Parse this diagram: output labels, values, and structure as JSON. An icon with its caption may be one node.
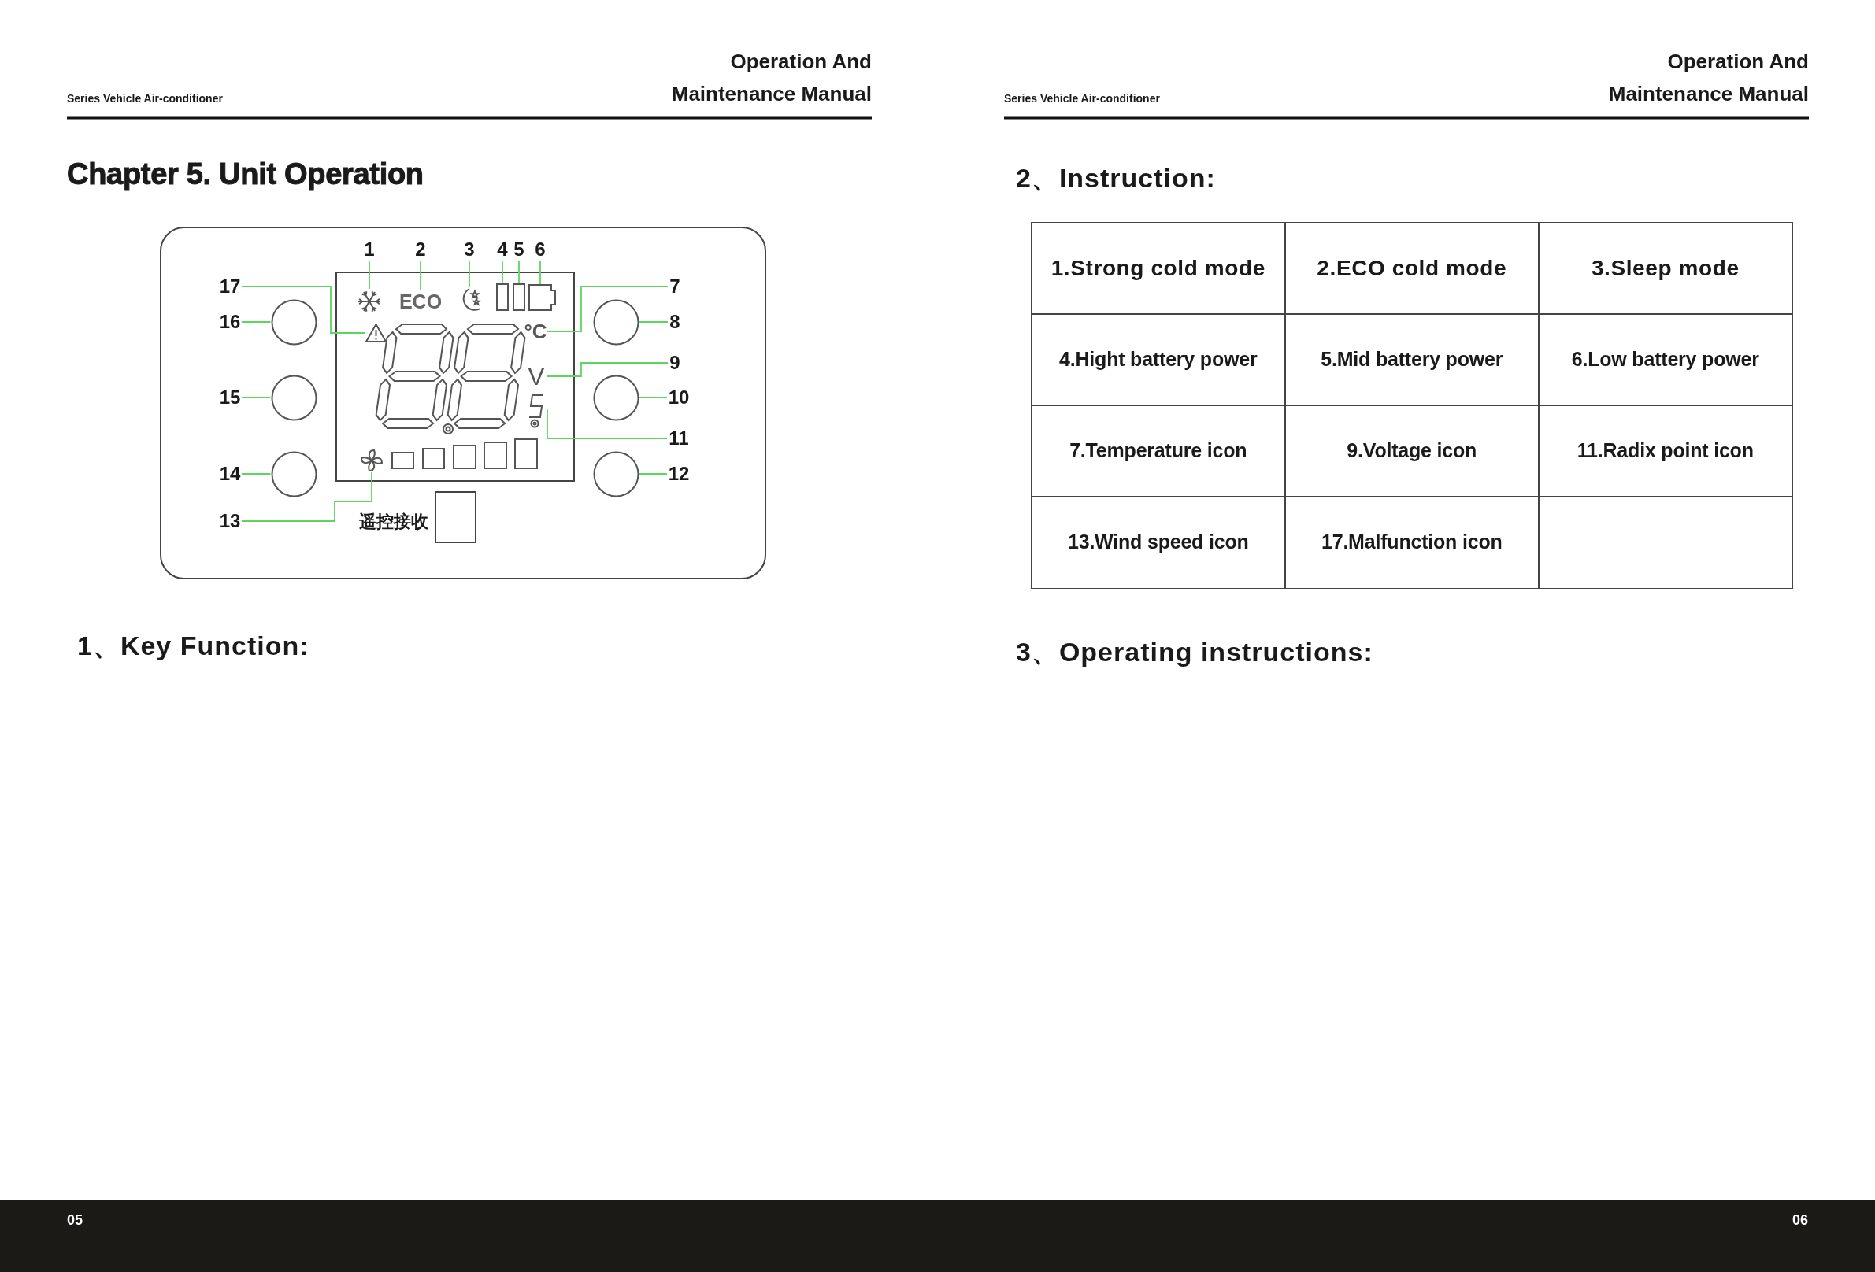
{
  "diagram": {
    "title": "Chapter 5. Unit Operation",
    "nodes": [
      {
        "text": [
          "1"
        ]
      },
      {
        "text": [
          "2"
        ]
      },
      {
        "text": [
          "3"
        ]
      },
      {
        "text": [
          "4"
        ]
      },
      {
        "text": [
          "5"
        ]
      },
      {
        "text": [
          "6"
        ]
      },
      {
        "text": [
          "7"
        ]
      },
      {
        "text": [
          "8"
        ]
      },
      {
        "text": [
          "9"
        ]
      },
      {
        "text": [
          "10"
        ]
      },
      {
        "text": [
          "11"
        ]
      },
      {
        "text": [
          "12"
        ]
      },
      {
        "text": [
          "13"
        ]
      },
      {
        "text": [
          "14"
        ]
      },
      {
        "text": [
          "15"
        ]
      },
      {
        "text": [
          "16"
        ]
      },
      {
        "text": [
          "17"
        ]
      },
      {
        "text": [],
        "shape": "snowflake"
      },
      {
        "text": [
          "ECO"
        ]
      },
      {
        "text": [],
        "shape": "moon"
      },
      {
        "text": [],
        "shape": "bar"
      },
      {
        "text": [],
        "shape": "bar"
      },
      {
        "text": [],
        "shape": "battery"
      },
      {
        "text": [
          "°C"
        ]
      },
      {
        "text": [],
        "shape": "circle"
      },
      {
        "text": [
          "V"
        ]
      },
      {
        "text": [],
        "shape": "circle"
      },
      {
        "text": [],
        "shape": "digit"
      },
      {
        "text": [],
        "shape": "circle"
      },
      {
        "text": [],
        "shape": "fan"
      },
      {
        "text": [],
        "shape": "circle"
      },
      {
        "text": [],
        "shape": "circle"
      },
      {
        "text": [],
        "shape": "circle"
      },
      {
        "text": [],
        "shape": "triangle"
      },
      {
        "text": [],
        "shape": "box",
        "beside": [
          "遥控接收"
        ]
      }
    ],
    "edges": [
      {
        "from": 0,
        "to": 17,
        "arrow": "none"
      },
      {
        "from": 1,
        "to": 18,
        "arrow": "none"
      },
      {
        "from": 2,
        "to": 19,
        "arrow": "none"
      },
      {
        "from": 3,
        "to": 20,
        "arrow": "none"
      },
      {
        "from": 4,
        "to": 21,
        "arrow": "none"
      },
      {
        "from": 5,
        "to": 22,
        "arrow": "none"
      },
      {
        "from": 6,
        "to": 23,
        "arrow": "none"
      },
      {
        "from": 7,
        "to": 24,
        "arrow": "none"
      },
      {
        "from": 8,
        "to": 25,
        "arrow": "none"
      },
      {
        "from": 9,
        "to": 26,
        "arrow": "none"
      },
      {
        "from": 10,
        "to": 27,
        "arrow": "none"
      },
      {
        "from": 11,
        "to": 28,
        "arrow": "none"
      },
      {
        "from": 12,
        "to": 29,
        "arrow": "none"
      },
      {
        "from": 13,
        "to": 30,
        "arrow": "none"
      },
      {
        "from": 14,
        "to": 31,
        "arrow": "none"
      },
      {
        "from": 15,
        "to": 32,
        "arrow": "none"
      },
      {
        "from": 16,
        "to": 33,
        "arrow": "none"
      }
    ],
    "labels": [
      "Series Vehicle Air-conditioner",
      "Operation And Maintenance Manual",
      "1、Key Function:",
      "Series Vehicle Air-conditioner",
      "Operation And Maintenance Manual",
      "2、Instruction:",
      "1.Strong cold mode",
      "2.ECO cold mode",
      "3.Sleep mode",
      "4.Hight battery power",
      "5.Mid battery power",
      "6.Low battery power",
      "7.Temperature icon",
      "9.Voltage icon",
      "11.Radix point icon",
      "13.Wind speed icon",
      "17.Malfunction icon",
      "3、Operating instructions:",
      "05",
      "06"
    ]
  }
}
